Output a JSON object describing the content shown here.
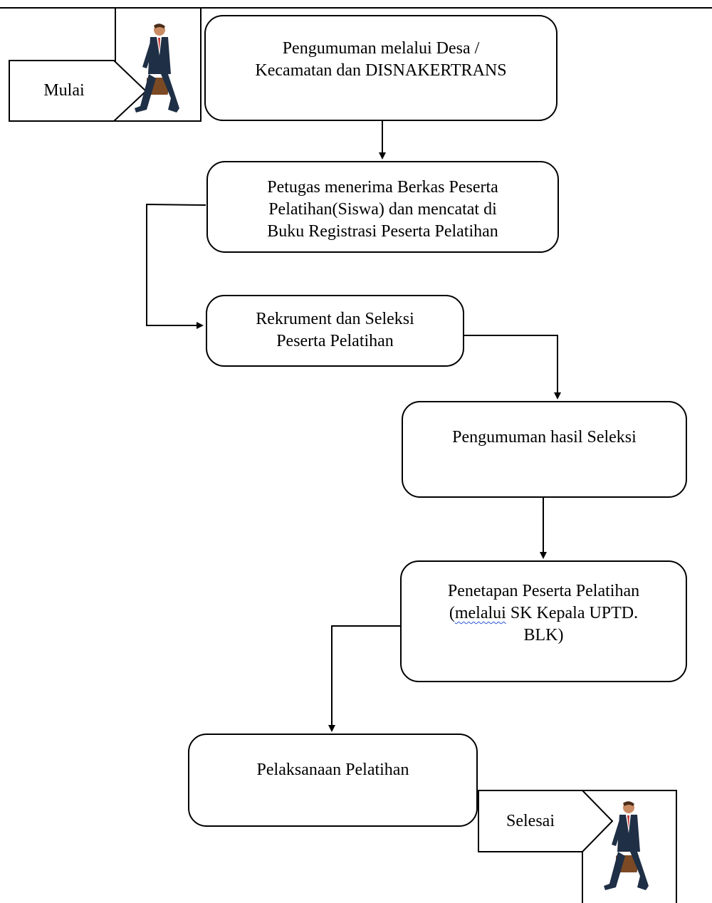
{
  "start": {
    "label": "Mulai"
  },
  "end": {
    "label": "Selesai"
  },
  "steps": [
    {
      "lines": [
        "Pengumuman melalui Desa /",
        "Kecamatan dan DISNAKERTRANS"
      ]
    },
    {
      "lines": [
        "Petugas menerima Berkas Peserta",
        "Pelatihan(Siswa) dan mencatat  di",
        "Buku Registrasi Peserta Pelatihan"
      ]
    },
    {
      "lines": [
        "Rekrument dan Seleksi",
        "Peserta Pelatihan"
      ]
    },
    {
      "lines": [
        "Pengumuman hasil Seleksi"
      ]
    },
    {
      "line1": "Penetapan Peserta Pelatihan",
      "line2_pre": "(",
      "line2_underlined": "melalui",
      "line2_post": " SK Kepala UPTD.",
      "line3": "BLK)"
    },
    {
      "lines": [
        "Pelaksanaan Pelatihan"
      ]
    }
  ],
  "icons": {
    "person": "walking-businessman-icon"
  }
}
